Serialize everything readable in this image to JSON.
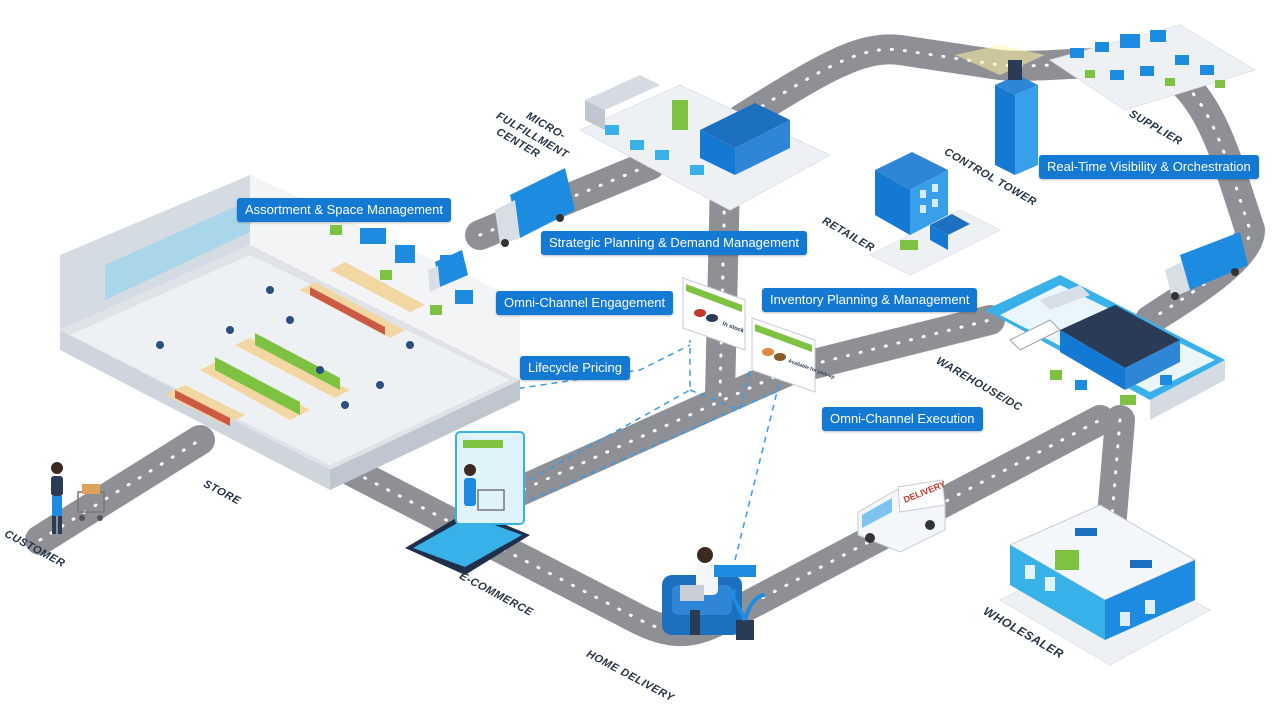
{
  "labels": {
    "assortment": "Assortment & Space Management",
    "strategic": "Strategic Planning & Demand Management",
    "omni_engagement": "Omni-Channel Engagement",
    "lifecycle": "Lifecycle Pricing",
    "inventory": "Inventory Planning & Management",
    "omni_execution": "Omni-Channel Execution",
    "visibility": "Real-Time Visibility & Orchestration"
  },
  "locations": {
    "customer": "CUSTOMER",
    "store": "STORE",
    "ecommerce": "E-COMMERCE",
    "home_delivery": "HOME DELIVERY",
    "wholesaler": "WHOLESALER",
    "warehouse": "WAREHOUSE/DC",
    "retailer": "RETAILER",
    "control_tower": "CONTROL TOWER",
    "supplier": "SUPPLIER",
    "mfc": [
      "MICRO-",
      "FULFILLMENT",
      "CENTER"
    ]
  },
  "signs": {
    "in_stock": "In stock",
    "pickup": "Available for pick-up",
    "delivery_van": "DELIVERY"
  },
  "colors": {
    "label_bg": "#1479d2",
    "road": "#8f8f94",
    "building_blue": "#1d8be0",
    "accent_green": "#7ec242",
    "dashed_line": "#3b9be3"
  }
}
